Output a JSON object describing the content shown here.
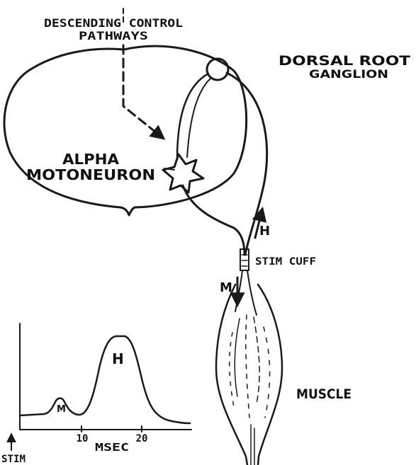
{
  "labels": {
    "descending_line1": "DESCENDING CONTROL",
    "descending_line2": "PATHWAYS",
    "drg_line1": "DORSAL ROOT",
    "drg_line2": "GANGLION",
    "alpha_line1": "ALPHA",
    "alpha_line2": "MOTONEURON",
    "h_arrow": "H",
    "m_arrow": "M",
    "stim_cuff": "STIM CUFF",
    "muscle": "MUSCLE"
  },
  "trace": {
    "peak_m": "M",
    "peak_h": "H",
    "tick_10": "10",
    "tick_20": "20",
    "xunit": "MSEC",
    "stim": "STIM"
  }
}
